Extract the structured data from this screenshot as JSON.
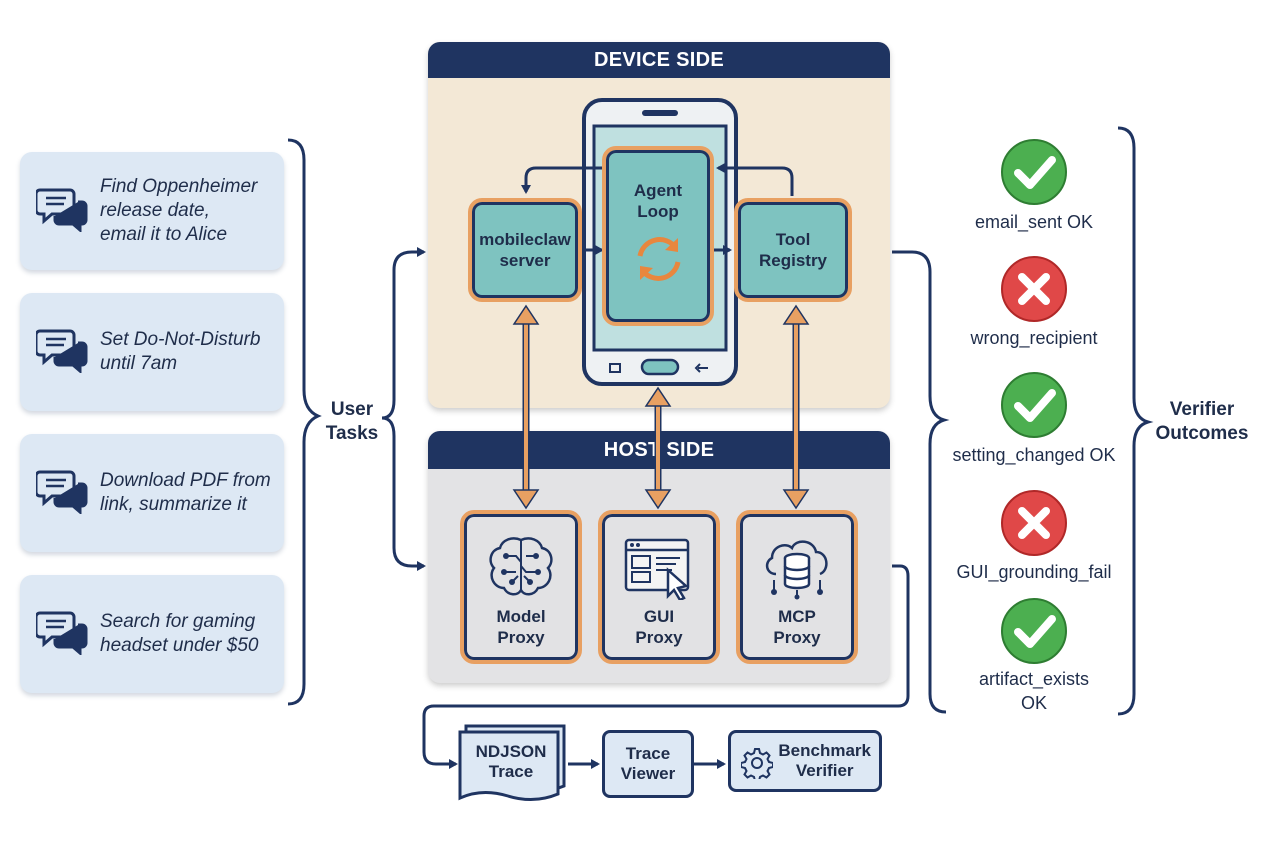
{
  "tasks": [
    {
      "text": "Find Oppenheimer\nrelease date,\nemail it to Alice",
      "icon": "chat-bubbles-icon"
    },
    {
      "text": "Set Do-Not-Disturb\nuntil 7am",
      "icon": "chat-bubbles-icon"
    },
    {
      "text": "Download PDF from\nlink, summarize it",
      "icon": "chat-bubbles-icon"
    },
    {
      "text": "Search for gaming\nheadset under $50",
      "icon": "chat-bubbles-icon"
    }
  ],
  "user_tasks_label": "User\nTasks",
  "device": {
    "title": "DEVICE SIDE",
    "server_label": "mobileclaw\nserver",
    "agent_label": "Agent\nLoop",
    "registry_label": "Tool\nRegistry"
  },
  "host": {
    "title": "HOST SIDE",
    "proxies": [
      {
        "label": "Model\nProxy",
        "icon": "brain-circuit-icon"
      },
      {
        "label": "GUI\nProxy",
        "icon": "window-cursor-icon"
      },
      {
        "label": "MCP\nProxy",
        "icon": "cloud-database-icon"
      }
    ]
  },
  "pipeline": {
    "trace_label": "NDJSON\nTrace",
    "viewer_label": "Trace\nViewer",
    "verifier_label": "Benchmark\nVerifier"
  },
  "outcomes": [
    {
      "label": "email_sent OK",
      "status": "pass"
    },
    {
      "label": "wrong_recipient",
      "status": "fail"
    },
    {
      "label": "setting_changed OK",
      "status": "pass"
    },
    {
      "label": "GUI_grounding_fail",
      "status": "fail"
    },
    {
      "label": "artifact_exists\nOK",
      "status": "pass"
    }
  ],
  "verifier_outcomes_label": "Verifier\nOutcomes",
  "colors": {
    "navy": "#1f3461",
    "teal": "#7ec3c0",
    "orange": "#e8a062",
    "device_bg": "#f3e8d6",
    "host_bg": "#e3e3e5",
    "card_bg": "#dde8f4",
    "pass": "#4caf50",
    "fail": "#e04848"
  }
}
